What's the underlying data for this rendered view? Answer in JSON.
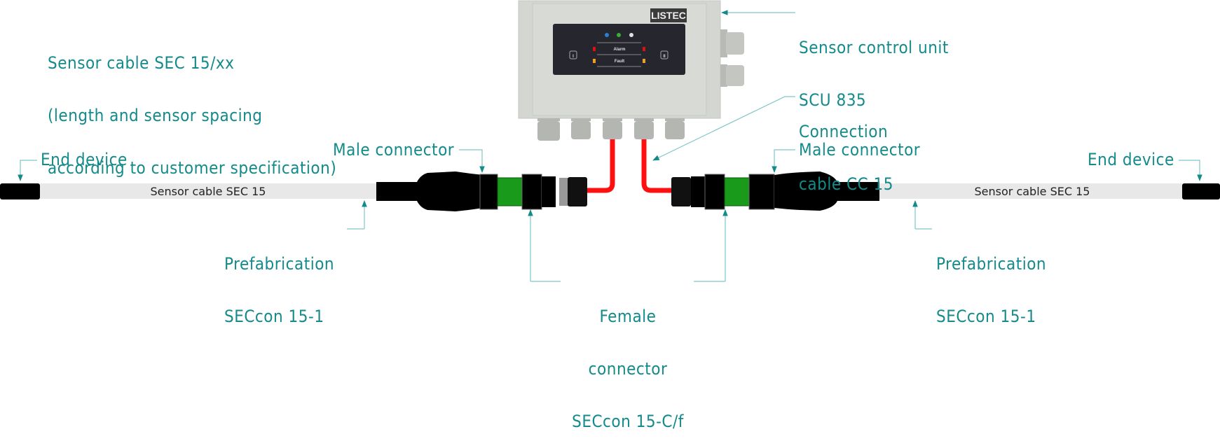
{
  "labels": {
    "sensor_cable_spec": [
      "Sensor cable SEC 15/xx",
      "(length and sensor spacing",
      "according to customer specification)"
    ],
    "scu": [
      "Sensor control unit",
      "SCU 835"
    ],
    "connection_cable": [
      "Connection",
      "cable CC 15"
    ],
    "male_connector_left": "Male connector",
    "male_connector_right": "Male connector",
    "end_device_left": "End device",
    "end_device_right": "End device",
    "prefabrication_left": [
      "Prefabrication",
      "SECcon 15-1"
    ],
    "prefabrication_right": [
      "Prefabrication",
      "SECcon 15-1"
    ],
    "female_connector": [
      "Female",
      "connector",
      "SECcon 15-C/f"
    ]
  },
  "cable_text_left": "Sensor cable SEC 15",
  "cable_text_right": "Sensor cable SEC 15",
  "control_unit": {
    "logo": "LISTEC",
    "alarm_label": "Alarm",
    "fault_label": "Fault",
    "button_left": "I",
    "button_right": "II"
  },
  "colors": {
    "label": "#148a8a",
    "leader": "#7fc6c6",
    "cable_sheath": "#e8e8e8",
    "connector": "#000000",
    "coupling": "#1a9a1a",
    "connection_cable": "#ff1010",
    "housing": "#d6d8d4",
    "panel": "#26262e"
  }
}
